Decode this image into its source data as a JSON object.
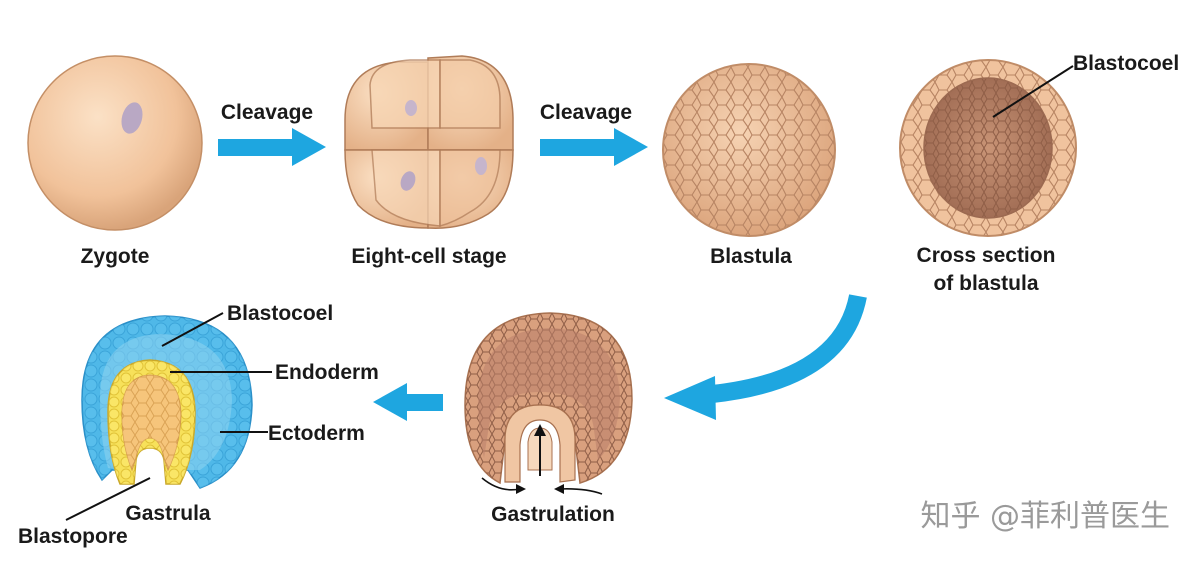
{
  "stages": {
    "zygote": "Zygote",
    "eight_cell": "Eight-cell stage",
    "blastula": "Blastula",
    "cross_section_line1": "Cross section",
    "cross_section_line2": "of blastula",
    "gastrulation": "Gastrulation",
    "gastrula": "Gastrula"
  },
  "arrows": {
    "cleavage_1": "Cleavage",
    "cleavage_2": "Cleavage"
  },
  "annotations": {
    "blastocoel_top": "Blastocoel",
    "blastocoel_gastrula": "Blastocoel",
    "endoderm": "Endoderm",
    "ectoderm": "Ectoderm",
    "blastopore": "Blastopore"
  },
  "watermark": "知乎 @菲利普医生",
  "colors": {
    "arrow": "#1ea6e0",
    "cell_fill": "#f2c6a2",
    "cell_edge": "#b98765",
    "ectoderm": "#4fb8e8",
    "endoderm": "#f7e15a"
  }
}
